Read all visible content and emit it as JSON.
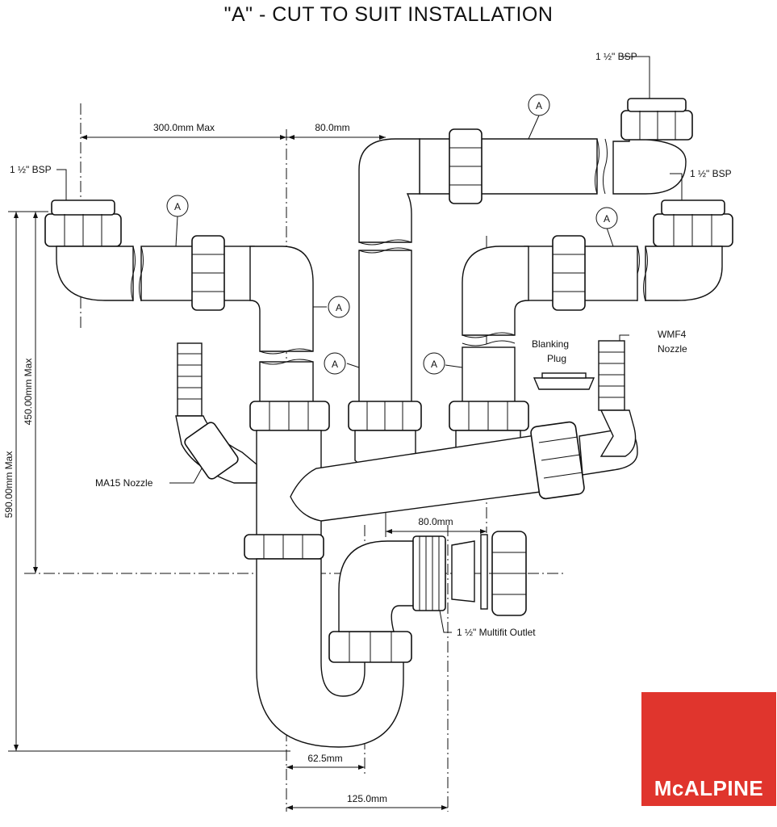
{
  "title": "\"A\" - CUT TO SUIT INSTALLATION",
  "labels": {
    "bsp_top_right": "1 ½\" BSP",
    "bsp_mid_right": "1 ½\" BSP",
    "bsp_left": "1 ½\" BSP",
    "blanking_plug_line1": "Blanking",
    "blanking_plug_line2": "Plug",
    "wmf4_line1": "WMF4",
    "wmf4_line2": "Nozzle",
    "ma15": "MA15 Nozzle",
    "multifit": "1 ½\" Multifit Outlet",
    "cut_marker": "A"
  },
  "dimensions": {
    "d300": "300.0mm Max",
    "d80_top": "80.0mm",
    "d80_mid": "80.0mm",
    "d62": "62.5mm",
    "d125": "125.0mm",
    "d450": "450.00mm Max",
    "d590": "590.00mm Max"
  },
  "brand": {
    "name": "McALPINE",
    "color": "#e0352d"
  }
}
